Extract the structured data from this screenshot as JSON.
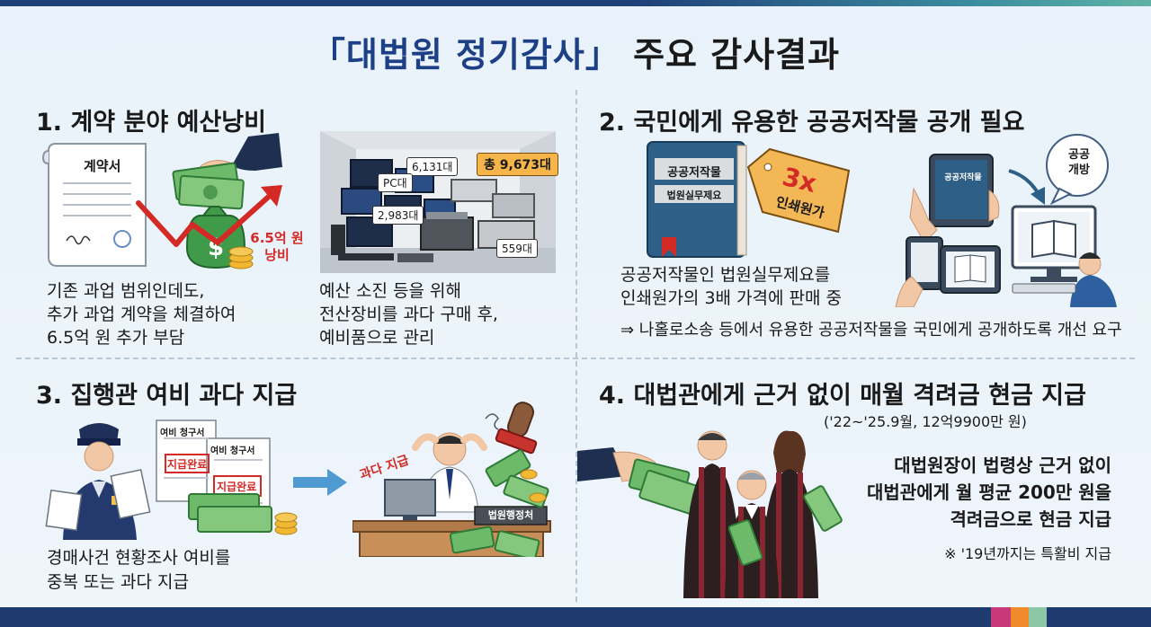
{
  "title": {
    "highlight": "「대법원 정기감사」",
    "rest": " 주요 감사결과"
  },
  "sections": {
    "s1": {
      "heading": "1. 계약 분야 예산낭비",
      "contract_label": "계약서",
      "amount_label_line1": "6.5억 원",
      "amount_label_line2": "낭비",
      "left_lines": [
        "기존 과업 범위인데도,",
        "추가 과업 계약을 체결하여",
        "6.5억 원 추가 부담"
      ],
      "tags": {
        "t1": "6,131대",
        "t2": "PC대",
        "t3": "2,983대",
        "t4": "559대",
        "total": "총 9,673대"
      },
      "right_lines": [
        "예산 소진 등을 위해",
        "전산장비를 과다 구매 후,",
        "예비품으로 관리"
      ]
    },
    "s2": {
      "heading": "2. 국민에게 유용한 공공저작물 공개 필요",
      "book_title": "공공저작물",
      "book_sub": "법원실무제요",
      "price_tag_big": "3x",
      "price_tag_small": "인쇄원가",
      "tablet_label": "공공저작물",
      "bubble_line1": "공공",
      "bubble_line2": "개방",
      "lines": [
        "공공저작물인 법원실무제요를",
        "인쇄원가의 3배 가격에 판매 중"
      ],
      "arrow_line": "⇒ 나홀로소송 등에서 유용한 공공저작물을 국민에게 공개하도록 개선 요구"
    },
    "s3": {
      "heading": "3. 집행관 여비 과다 지급",
      "doc1_title": "여비 청구서",
      "doc2_title": "여비 청구서",
      "stamp": "지급완료",
      "excess_label": "과다 지급",
      "desk_label": "법원행정처",
      "lines": [
        "경매사건 현황조사 여비를",
        "중복 또는 과다 지급"
      ]
    },
    "s4": {
      "heading": "4. 대법관에게 근거 없이 매월 격려금 현금 지급",
      "period": "('22~'25.9월, 12억9900만 원)",
      "lines": [
        "대법원장이 법령상 근거 없이",
        "대법관에게 월 평균 200만 원을",
        "격려금으로 현금 지급"
      ],
      "note": "※ '19년까지는 특활비 지급"
    }
  },
  "colors": {
    "accent_blue": "#1d3f86",
    "money_green": "#3f9a4a",
    "alert_red": "#d42a25",
    "tag_orange": "#f6b54a"
  }
}
